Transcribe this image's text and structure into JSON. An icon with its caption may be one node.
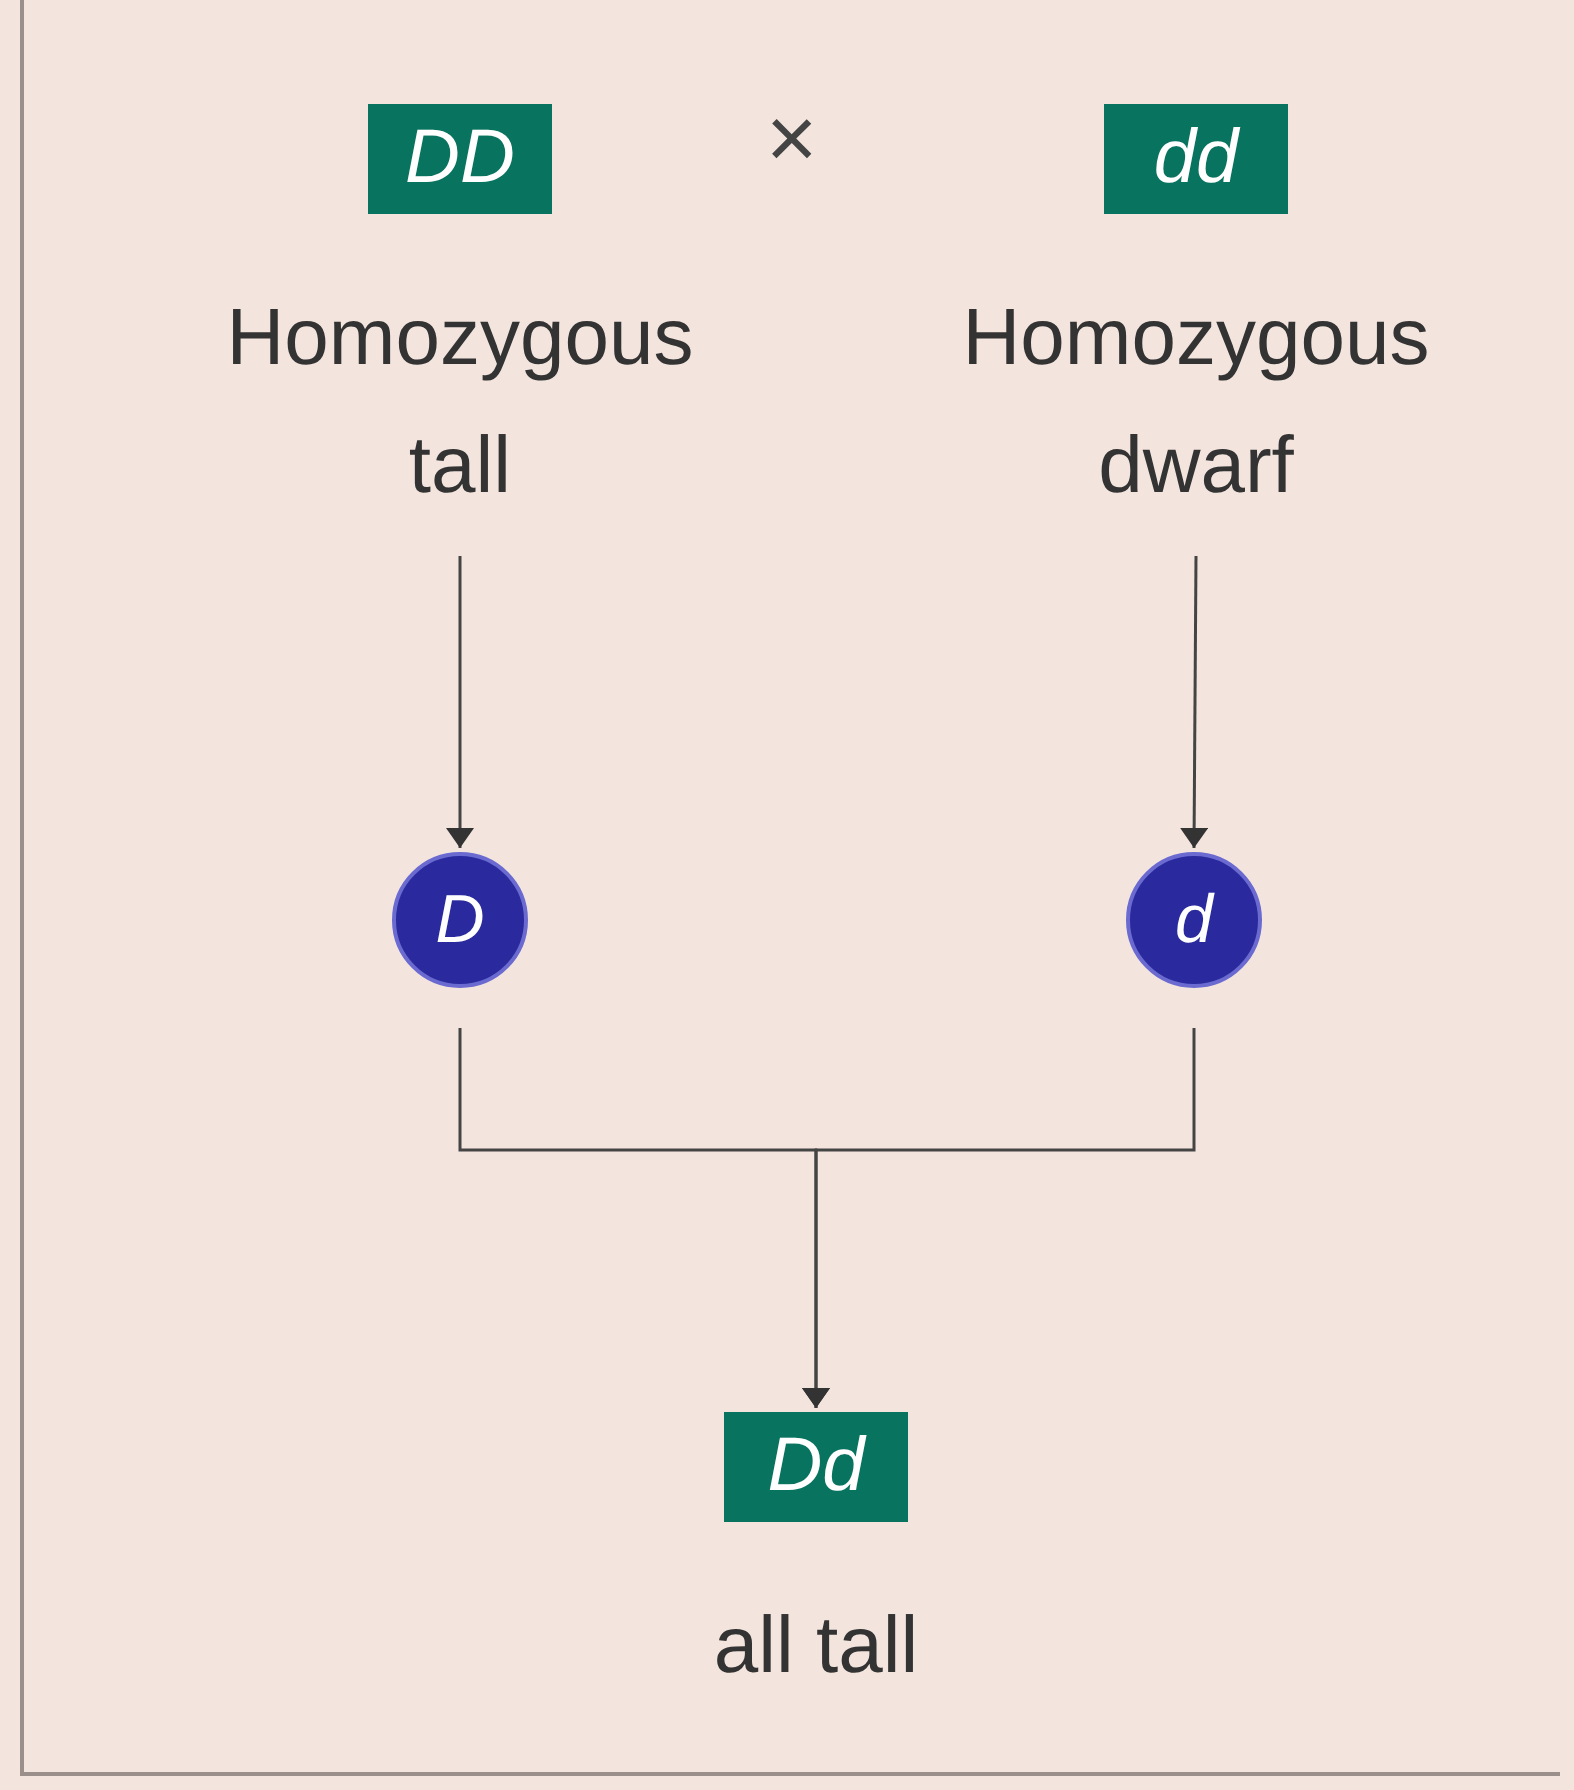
{
  "diagram": {
    "nodes": [
      {
        "text": [
          "DD"
        ],
        "beside": [
          "Homozygous tall"
        ]
      },
      {
        "text": [
          "dd"
        ],
        "beside": [
          "Homozygous dwarf"
        ]
      },
      {
        "text": [
          "D"
        ]
      },
      {
        "text": [
          "d"
        ]
      },
      {
        "text": [
          "Dd"
        ],
        "beside": [
          "all tall"
        ]
      }
    ],
    "edges": [
      {
        "from": 0,
        "to": 2,
        "arrow": "to"
      },
      {
        "from": 1,
        "to": 3,
        "arrow": "to"
      },
      {
        "from": 2,
        "to": 4,
        "arrow": "to"
      },
      {
        "from": 3,
        "to": 4,
        "arrow": "to"
      }
    ],
    "labels": [
      "×"
    ]
  }
}
